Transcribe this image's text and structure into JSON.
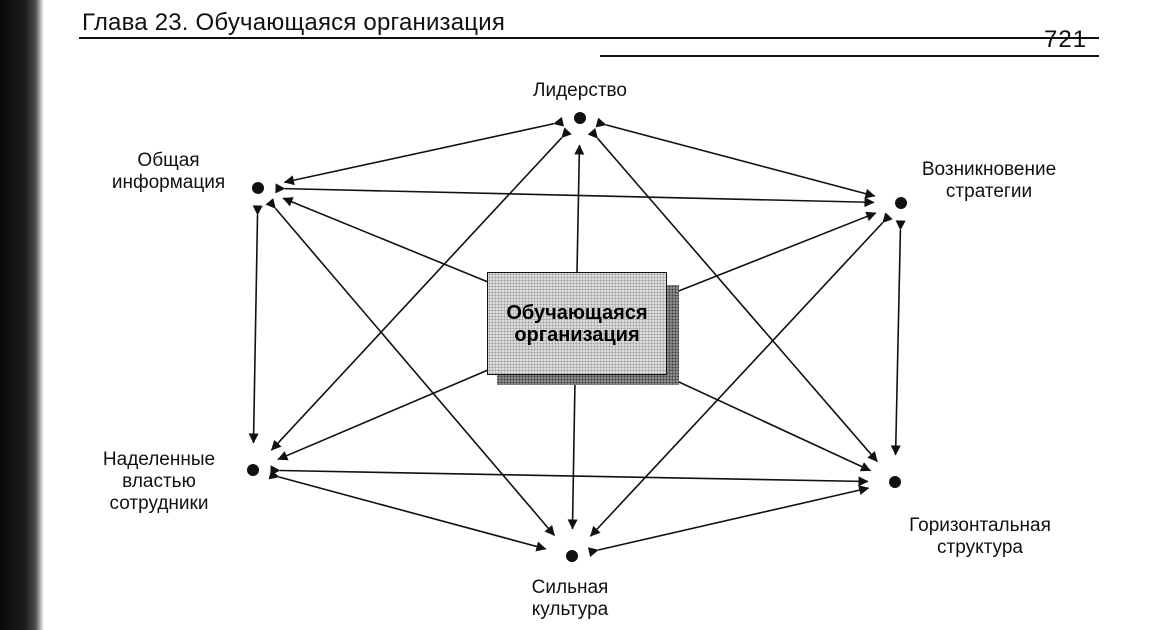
{
  "header": {
    "chapter_title": "Глава 23. Обучающаяся организация",
    "page_number": "721"
  },
  "center": {
    "label": "Обучающаяся\nорганизация"
  },
  "nodes": [
    {
      "id": "leadership",
      "label": "Лидерство"
    },
    {
      "id": "shared-information",
      "label": "Общая\nинформация"
    },
    {
      "id": "emerging-strategy",
      "label": "Возникновение\nстратегии"
    },
    {
      "id": "empowered-employees",
      "label": "Наделенные\nвластью\nсотрудники"
    },
    {
      "id": "horizontal-structure",
      "label": "Горизонтальная\nструктура"
    },
    {
      "id": "strong-culture",
      "label": "Сильная\nкультура"
    }
  ],
  "links": [
    [
      "leadership",
      "shared-information"
    ],
    [
      "leadership",
      "emerging-strategy"
    ],
    [
      "leadership",
      "empowered-employees"
    ],
    [
      "leadership",
      "horizontal-structure"
    ],
    [
      "shared-information",
      "emerging-strategy"
    ],
    [
      "shared-information",
      "empowered-employees"
    ],
    [
      "shared-information",
      "strong-culture"
    ],
    [
      "emerging-strategy",
      "horizontal-structure"
    ],
    [
      "emerging-strategy",
      "strong-culture"
    ],
    [
      "empowered-employees",
      "horizontal-structure"
    ],
    [
      "empowered-employees",
      "strong-culture"
    ],
    [
      "strong-culture",
      "horizontal-structure"
    ]
  ],
  "center_links": [
    "leadership",
    "shared-information",
    "emerging-strategy",
    "empowered-employees",
    "horizontal-structure",
    "strong-culture"
  ]
}
